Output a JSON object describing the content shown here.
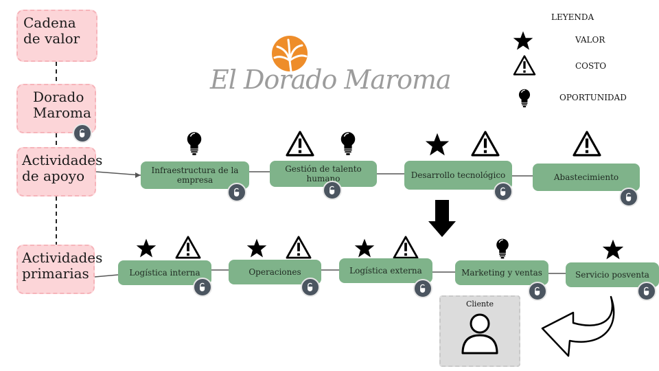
{
  "value_chain": {
    "title": "Cadena de valor",
    "company": "Dorado Maroma",
    "support": "Actividades de apoyo",
    "primary": "Actividades primarias"
  },
  "logo_text": "El Dorado Maroma",
  "legend": {
    "title": "LEYENDA",
    "value": "VALOR",
    "cost": "COSTO",
    "opportunity": "OPORTUNIDAD"
  },
  "support_activities": [
    {
      "label": "Infraestructura de la empresa",
      "icons": [
        "bulb-icon"
      ]
    },
    {
      "label": "Gestión de talento humano",
      "icons": [
        "warning-icon",
        "bulb-icon"
      ]
    },
    {
      "label": "Desarrollo tecnológico",
      "icons": [
        "star-icon",
        "warning-icon"
      ]
    },
    {
      "label": "Abastecimiento",
      "icons": [
        "warning-icon"
      ]
    }
  ],
  "primary_activities": [
    {
      "label": "Logística interna",
      "icons": [
        "star-icon",
        "warning-icon"
      ]
    },
    {
      "label": "Operaciones",
      "icons": [
        "star-icon",
        "warning-icon"
      ]
    },
    {
      "label": "Logística externa",
      "icons": [
        "star-icon",
        "warning-icon"
      ]
    },
    {
      "label": "Marketing y ventas",
      "icons": [
        "bulb-icon"
      ]
    },
    {
      "label": "Servicio posventa",
      "icons": [
        "star-icon"
      ]
    }
  ],
  "client": "Cliente"
}
